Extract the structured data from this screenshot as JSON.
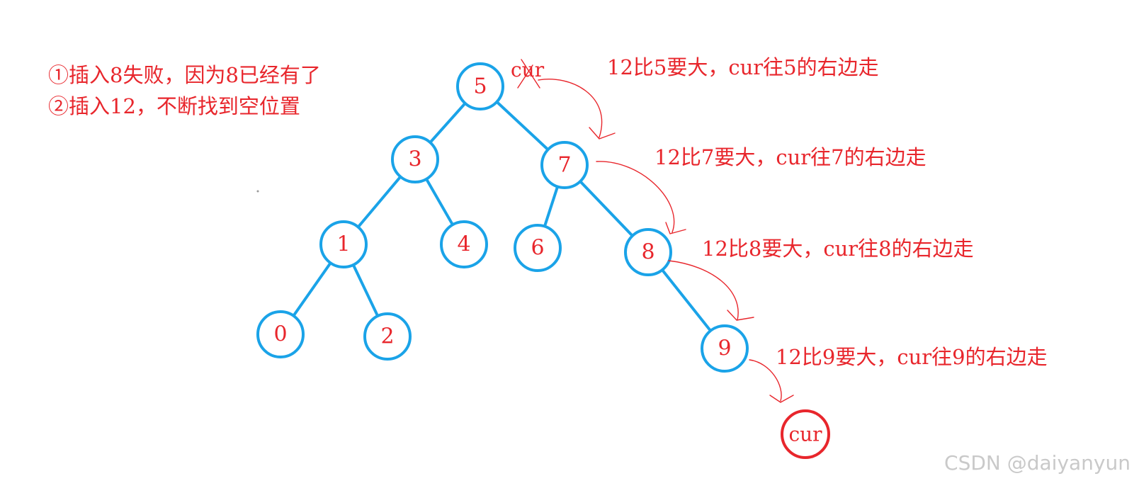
{
  "notes": {
    "line1": "①插入8失败，因为8已经有了",
    "line2": "②插入12，不断找到空位置"
  },
  "tree": {
    "nodes": [
      {
        "id": "5",
        "label": "5"
      },
      {
        "id": "3",
        "label": "3"
      },
      {
        "id": "7",
        "label": "7"
      },
      {
        "id": "1",
        "label": "1"
      },
      {
        "id": "4",
        "label": "4"
      },
      {
        "id": "6",
        "label": "6"
      },
      {
        "id": "8",
        "label": "8"
      },
      {
        "id": "0",
        "label": "0"
      },
      {
        "id": "2",
        "label": "2"
      },
      {
        "id": "9",
        "label": "9"
      }
    ],
    "edges": [
      [
        "5",
        "3"
      ],
      [
        "5",
        "7"
      ],
      [
        "3",
        "1"
      ],
      [
        "3",
        "4"
      ],
      [
        "7",
        "6"
      ],
      [
        "7",
        "8"
      ],
      [
        "1",
        "0"
      ],
      [
        "1",
        "2"
      ],
      [
        "8",
        "9"
      ]
    ]
  },
  "cursor": {
    "start_label": "cur",
    "target_label": "cur"
  },
  "steps": [
    {
      "text": "12比5要大，cur往5的右边走"
    },
    {
      "text": "12比7要大，cur往7的右边走"
    },
    {
      "text": "12比8要大，cur往8的右边走"
    },
    {
      "text": "12比9要大，cur往9的右边走"
    }
  ],
  "watermark": "CSDN @daiyanyun",
  "colors": {
    "node_stroke": "#1aa3e8",
    "text_red": "#e8262c",
    "watermark": "#c9c9c9"
  }
}
